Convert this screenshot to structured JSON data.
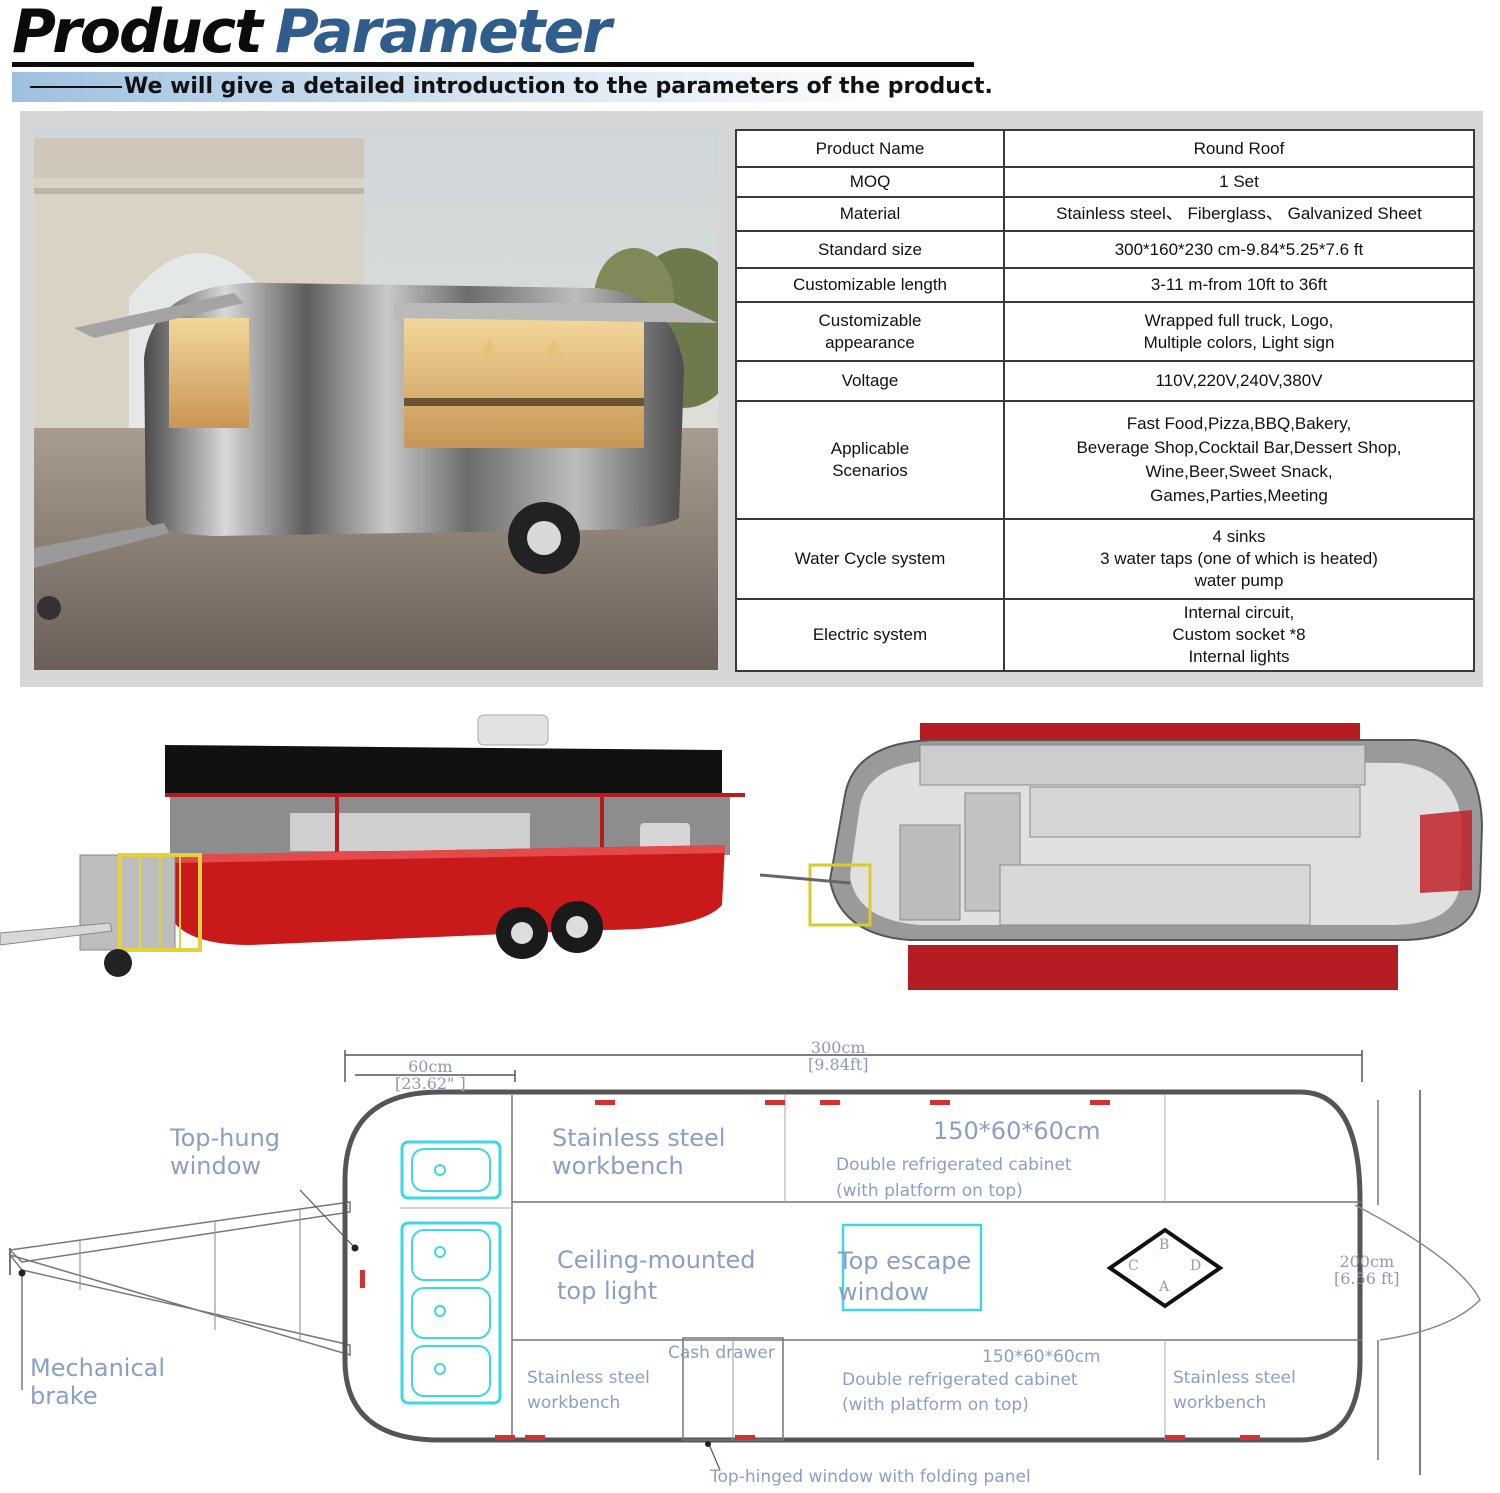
{
  "header": {
    "title_word1": "Product",
    "title_word2": "Parameter",
    "subtitle": "We will give a detailed introduction to the parameters of the product."
  },
  "specs": [
    {
      "label": "Product Name",
      "value": "Round Roof"
    },
    {
      "label": "MOQ",
      "value": "1 Set"
    },
    {
      "label": "Material",
      "value": "Stainless steel、 Fiberglass、 Galvanized Sheet"
    },
    {
      "label": "Standard size",
      "value": "300*160*230 cm-9.84*5.25*7.6 ft"
    },
    {
      "label": "Customizable length",
      "value": "3-11 m-from 10ft to 36ft"
    },
    {
      "label": "Customizable\nappearance",
      "value": "Wrapped full truck, Logo,\nMultiple colors, Light sign"
    },
    {
      "label": "Voltage",
      "value": "110V,220V,240V,380V"
    },
    {
      "label": "Applicable\nScenarios",
      "value": "Fast Food,Pizza,BBQ,Bakery,\nBeverage Shop,Cocktail Bar,Dessert Shop,\nWine,Beer,Sweet Snack,\nGames,Parties,Meeting"
    },
    {
      "label": "Water Cycle system",
      "value": "4 sinks\n3 water taps (one of which is heated)\nwater pump"
    },
    {
      "label": "Electric system",
      "value": "Internal circuit,\nCustom socket *8\nInternal lights"
    }
  ],
  "plan": {
    "dim_total_length": "300cm",
    "dim_total_length_ft": "[9.84ft]",
    "dim_tongue": "60cm",
    "dim_tongue_in": "[23.62\"  ]",
    "dim_width": "200cm",
    "dim_width_ft": "[6.56 ft]",
    "top_hung_window": "Top-hung\nwindow",
    "mechanical_brake": "Mechanical\nbrake",
    "workbench_top": "Stainless steel\nworkbench",
    "cabinet_top_size": "150*60*60cm",
    "cabinet_top": "Double refrigerated cabinet\n(with platform on top)",
    "ceiling_light": "Ceiling-mounted\ntop light",
    "escape_window": "Top escape\nwindow",
    "cash_drawer": "Cash drawer",
    "workbench_bottom_left": "Stainless steel\nworkbench",
    "cabinet_bottom_size": "150*60*60cm",
    "cabinet_bottom": "Double refrigerated cabinet\n(with platform on top)",
    "workbench_bottom_right": "Stainless steel\nworkbench",
    "hinged_window": "Top-hinged window with folding panel",
    "compass": [
      "B",
      "C",
      "D",
      "A"
    ]
  }
}
